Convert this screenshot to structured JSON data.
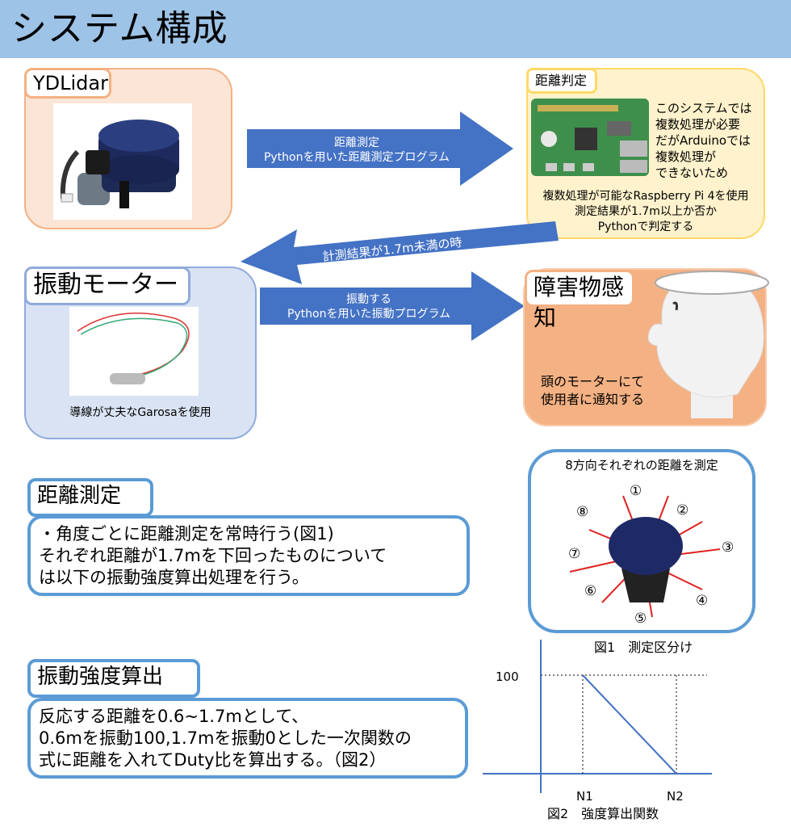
{
  "header": {
    "title": "システム構成"
  },
  "ydlidar": {
    "label": "YDLidar"
  },
  "arrow_measure": {
    "line1": "距離測定",
    "line2": "Pythonを用いた距離測定プログラム"
  },
  "judge": {
    "label": "距離判定",
    "side_lines": [
      "このシステムでは",
      "複数処理が必要",
      "だがArduinoでは",
      "複数処理が",
      "できないため"
    ],
    "bottom_lines": [
      "複数処理が可能なRaspberry Pi 4を使用",
      "測定結果が1.7m以上か否か",
      "Pythonで判定する"
    ]
  },
  "arrow_result": {
    "text": "計測結果が1.7m未満の時"
  },
  "motor": {
    "label": "振動モーター",
    "caption": "導線が丈夫なGarosaを使用"
  },
  "arrow_vibrate": {
    "line1": "振動する",
    "line2": "Pythonを用いた振動プログラム"
  },
  "obstacle": {
    "label": "障害物感知",
    "lines": [
      "頭のモーターにて",
      "使用者に通知する"
    ]
  },
  "distance_section": {
    "label": "距離測定",
    "lines": [
      "・角度ごとに距離測定を常時行う(図1)",
      "それぞれ距離が1.7mを下回ったものについて",
      "は以下の振動強度算出処理を行う。"
    ]
  },
  "fig1": {
    "title": "8方向それぞれの距離を測定",
    "directions": [
      "①",
      "②",
      "③",
      "④",
      "⑤",
      "⑥",
      "⑦",
      "⑧"
    ],
    "caption": "図1　測定区分け"
  },
  "strength_section": {
    "label": "振動強度算出",
    "lines": [
      "反応する距離を0.6~1.7mとして、",
      "0.6mを振動100,1.7mを振動0とした一次関数の",
      "式に距離を入れてDuty比を算出する。（図2）"
    ]
  },
  "fig2": {
    "y_label": "100",
    "x_labels": [
      "N1",
      "N2"
    ],
    "caption": "図2　強度算出関数"
  },
  "colors": {
    "header": "#9dc3e6",
    "arrow": "#4472c4",
    "accent_blue": "#5b9bd5",
    "peach": "#fbe5d6",
    "orange": "#f4b183",
    "yellow": "#fff2cc",
    "motor_bg": "#dae3f3"
  }
}
